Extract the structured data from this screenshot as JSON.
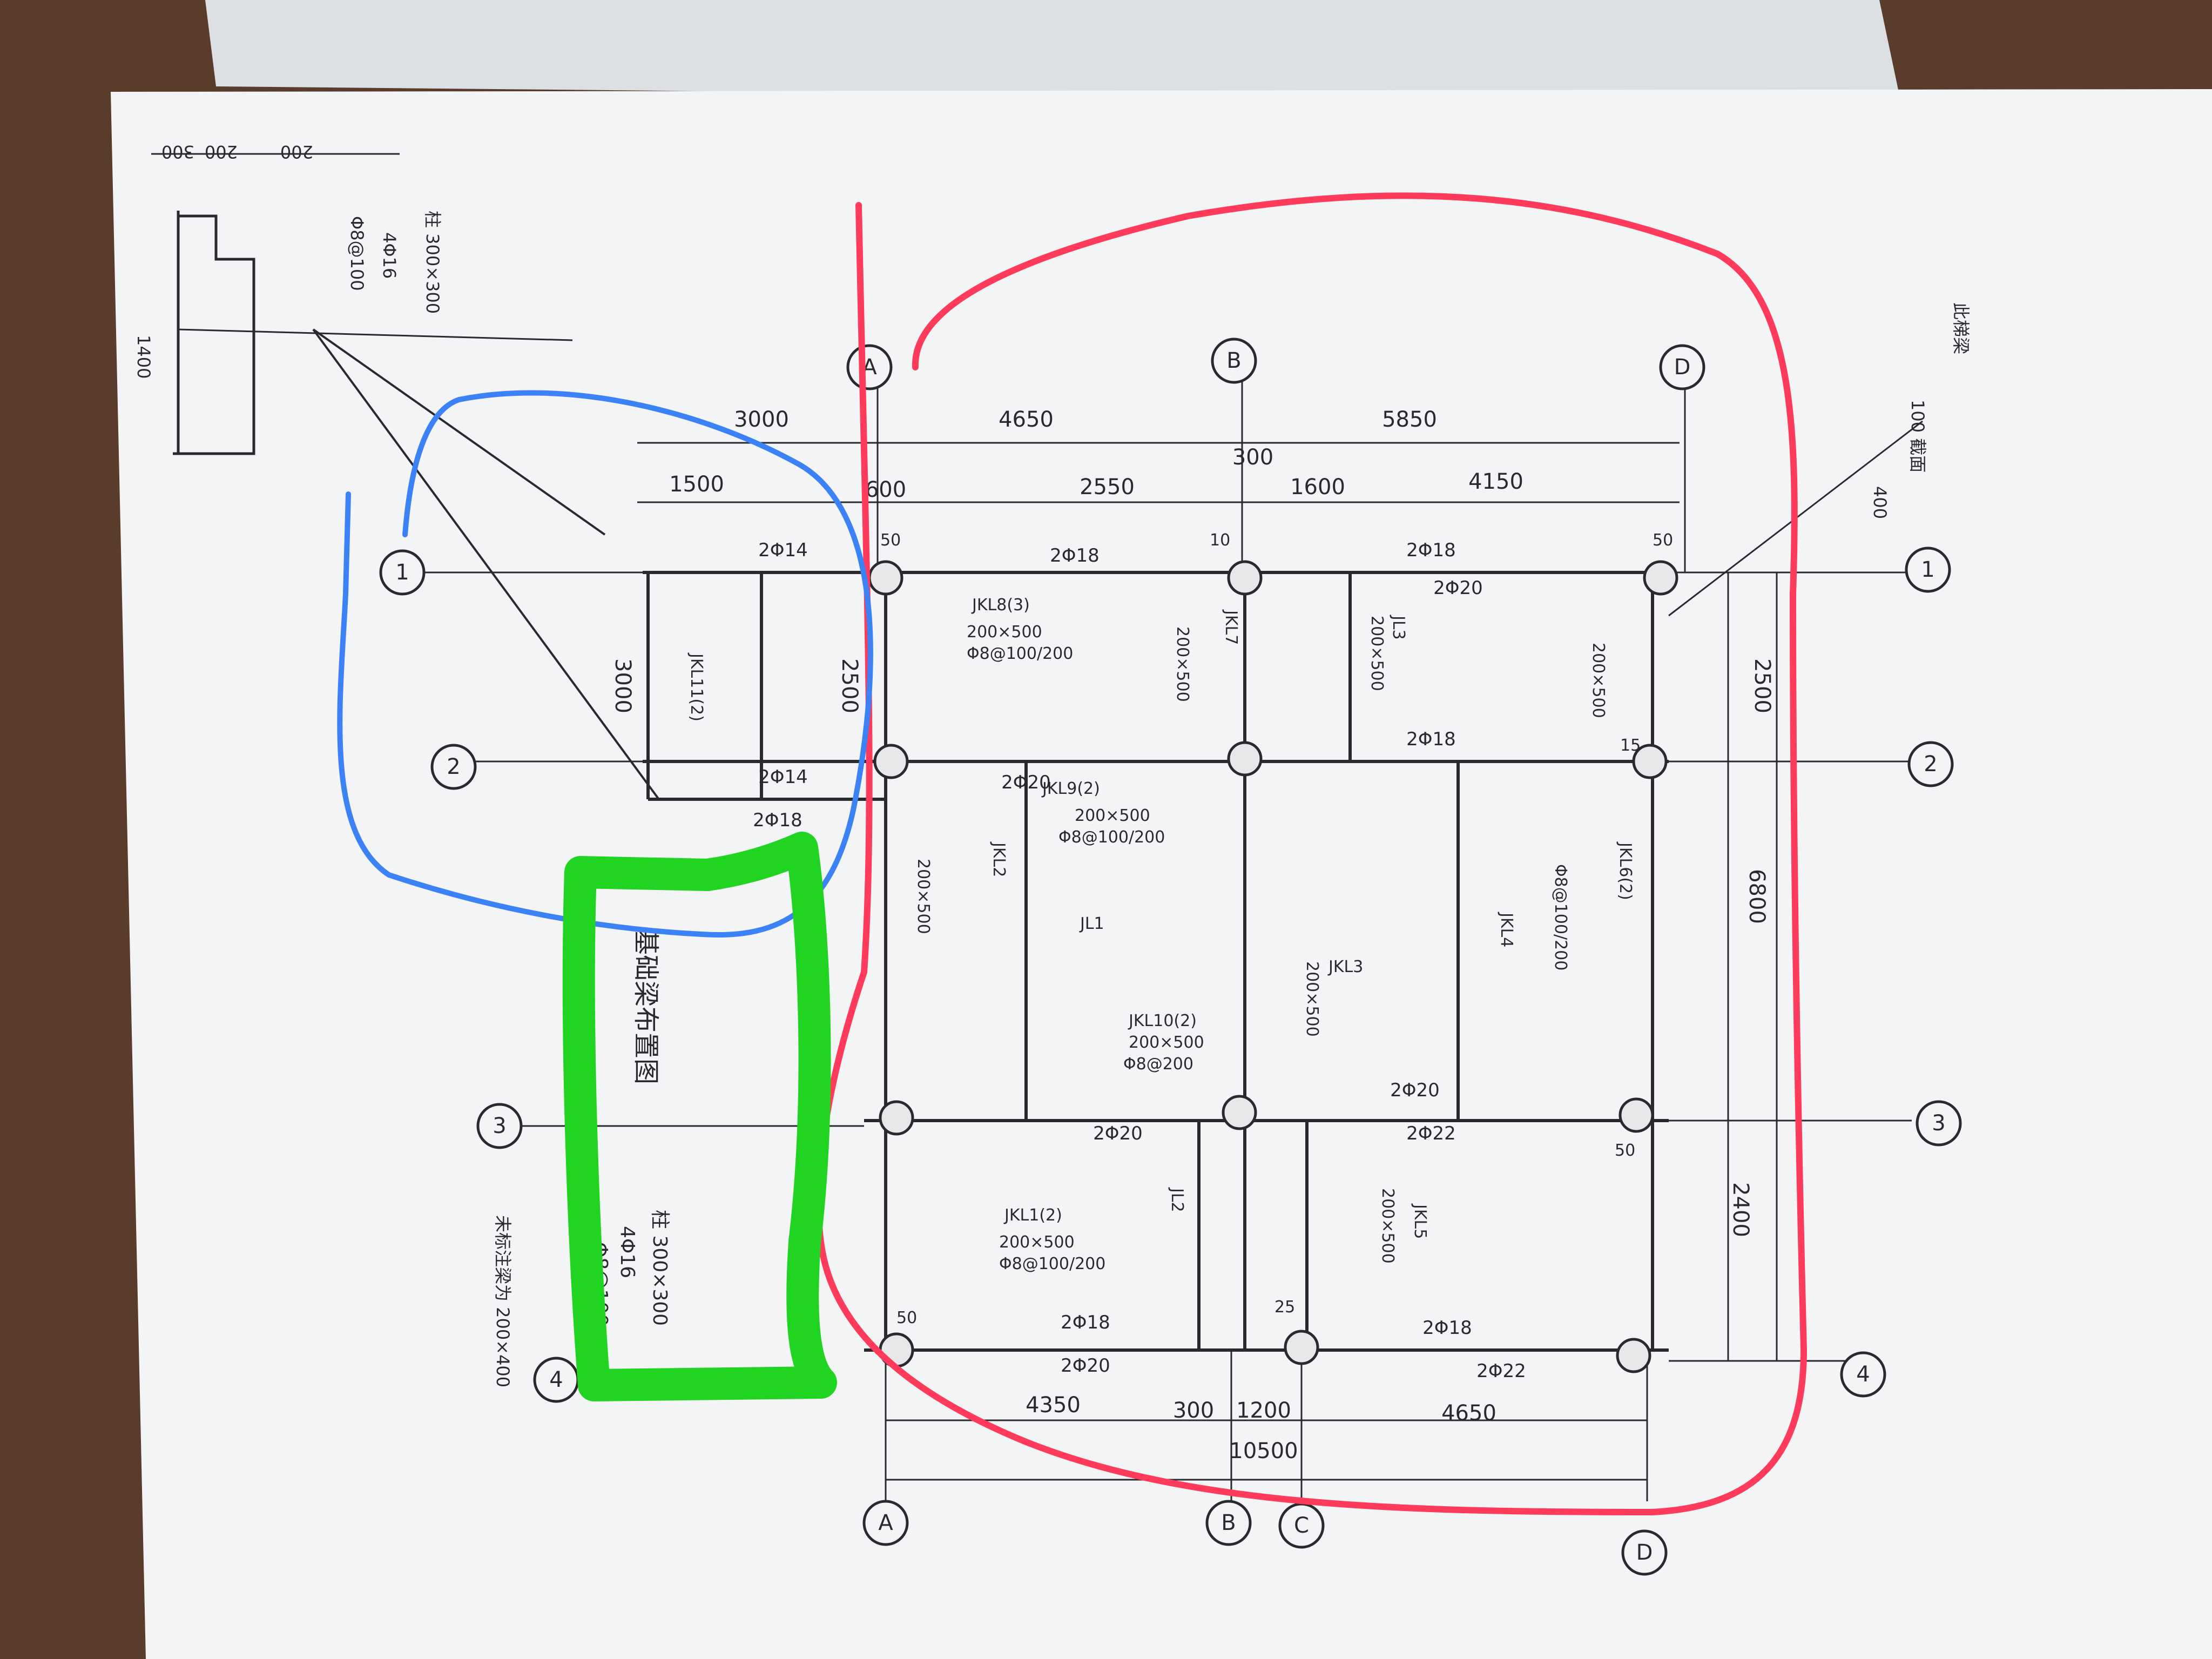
{
  "colors": {
    "paper": "#f3f4f6",
    "ink": "#2a2a2e",
    "red": "#ff3b5c",
    "blue": "#3b82f6",
    "green": "#22d422",
    "table": "#5a3c2c"
  },
  "grid": {
    "top_axes": [
      "A",
      "B",
      "D"
    ],
    "bottom_axes": [
      "A",
      "B",
      "C",
      "D"
    ],
    "row_axes": [
      "1",
      "2",
      "3",
      "4"
    ]
  },
  "dims": {
    "top": [
      "3000",
      "4650",
      "5850"
    ],
    "top2": [
      "1500",
      "600",
      "2550",
      "300",
      "1600",
      "4150"
    ],
    "bottom": [
      "4350",
      "300",
      "1200",
      "4650"
    ],
    "bottom_total": "10500",
    "right": [
      "2500",
      "6800",
      "2400"
    ],
    "left": [
      "3000",
      "2500"
    ]
  },
  "beams": {
    "spans": [
      "2Φ18",
      "2Φ18",
      "2Φ20",
      "2Φ18",
      "2Φ20",
      "2Φ22",
      "2Φ20",
      "2Φ22",
      "2Φ18",
      "2Φ18",
      "2Φ20",
      "2Φ20",
      "2Φ14",
      "2Φ14",
      "2Φ18"
    ],
    "labels": [
      "JKL8(3)",
      "JKL9(2)",
      "JKL7",
      "JL3",
      "JKL6(2)",
      "JKL4",
      "JL1",
      "JKL3",
      "JKL10(2)",
      "JKL1(2)",
      "JL2",
      "JKL5",
      "JKL2",
      "JKL11(2)"
    ],
    "section": "200×500",
    "stirrup": "Φ8@100/200",
    "stirrup2": "Φ8@200"
  },
  "notes": {
    "column_spec": "柱 300×300",
    "column_bars": "4Φ16",
    "column_bars2": "Φ8@100",
    "foundation_label": "基础梁布置图",
    "foundation_spec": "柱 300×300",
    "foundation_bars": "4Φ16",
    "foundation_bars2": "Φ8@100",
    "side_note": "未标注梁为 200×400",
    "right_note_1": "此梯梁",
    "right_note_2": "100 截面",
    "right_note_3": "400",
    "corner": [
      "50",
      "50",
      "15",
      "50",
      "10",
      "25",
      "50"
    ],
    "detail_dims": [
      "300",
      "200",
      "200"
    ],
    "detail_vert": "1400"
  }
}
